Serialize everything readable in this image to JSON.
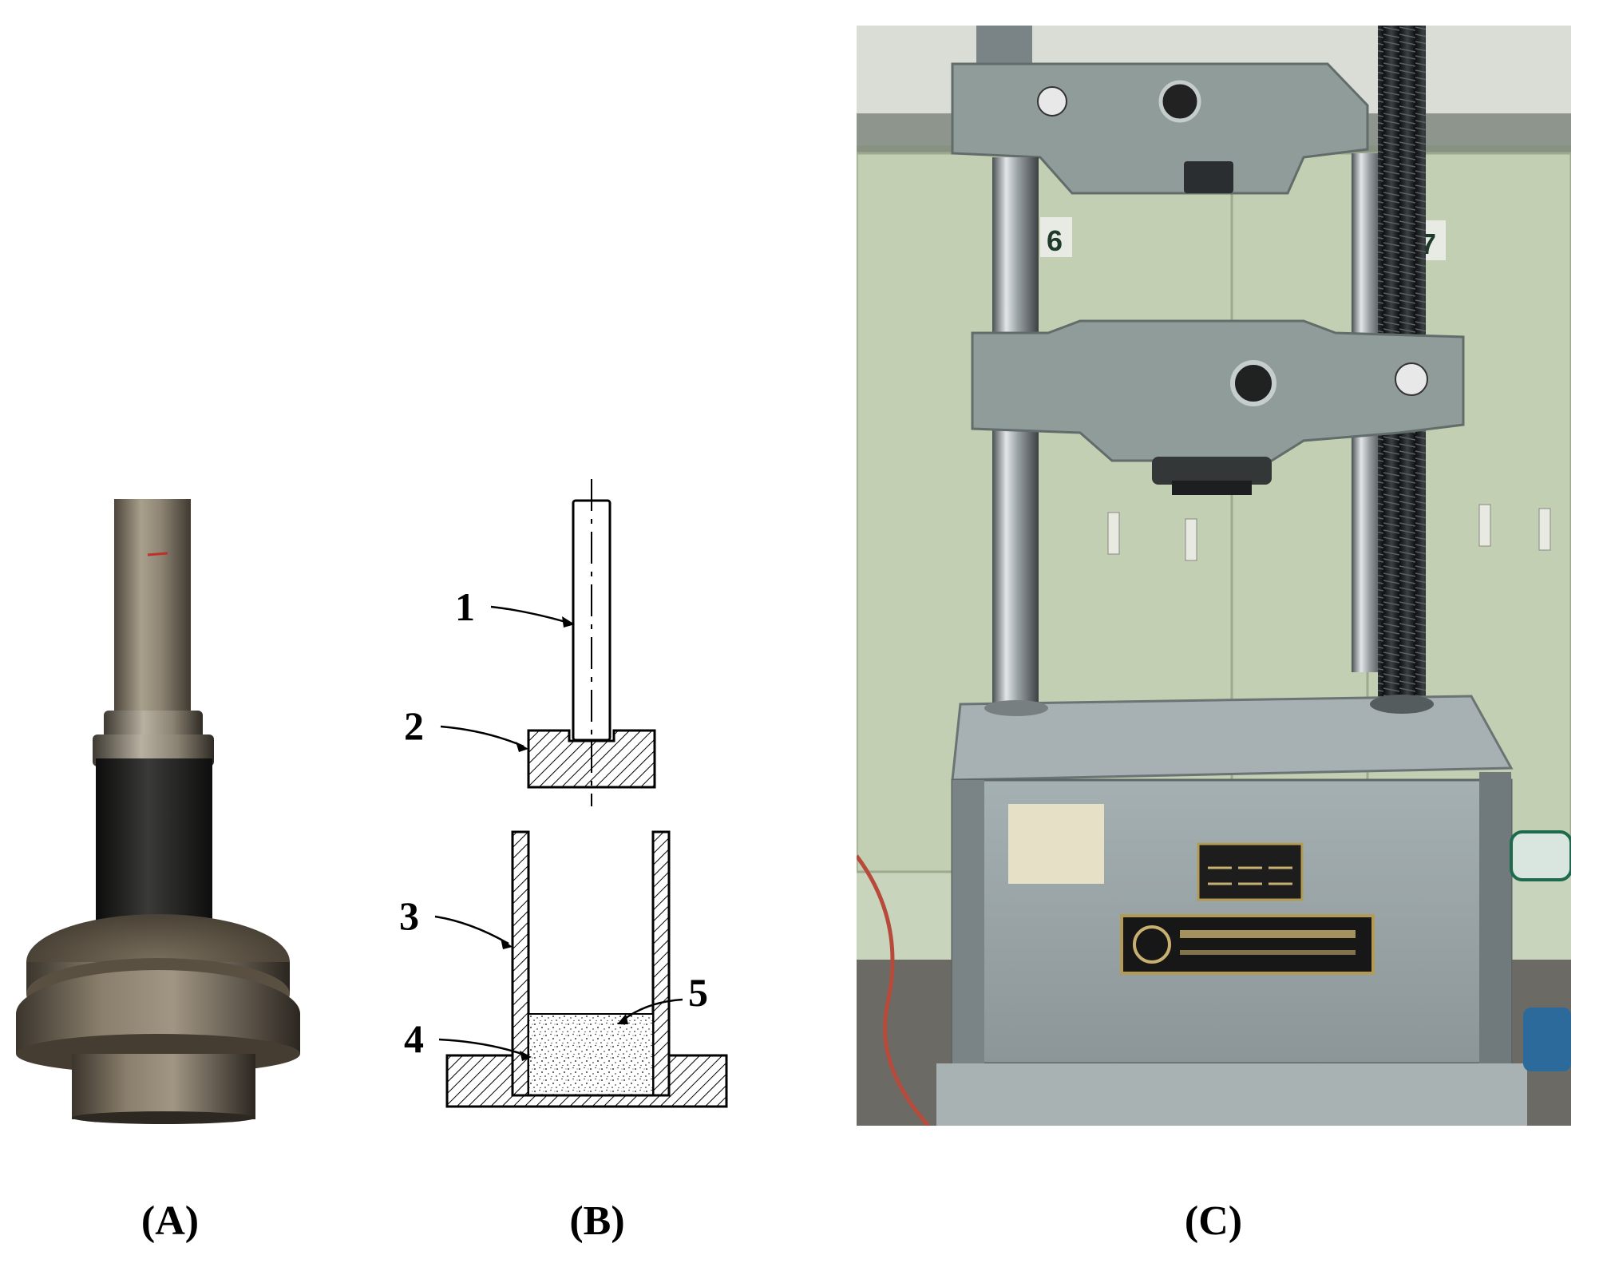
{
  "captions": {
    "a": "(A)",
    "b": "(B)",
    "c": "(C)"
  },
  "diagram": {
    "labels": [
      "1",
      "2",
      "3",
      "4",
      "5"
    ]
  },
  "photo_c": {
    "cabinet_number_left": "6",
    "cabinet_number_right": "7"
  },
  "colors": {
    "photo_background": "#c9d4bd",
    "machine_gray": "#8f9c99",
    "chrome": "#b9bec2",
    "screw_dark": "#1a1d1e",
    "rod_steel": "#8a8070",
    "rubber_black": "#1b1b1b",
    "hatch": "#000000"
  }
}
